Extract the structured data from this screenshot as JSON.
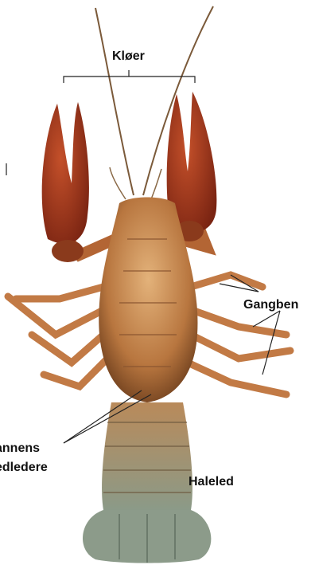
{
  "labels": {
    "claws": "Kløer",
    "walking_legs": "Gangben",
    "tail": "Haleled",
    "male_organ_line1": "annens",
    "male_organ_line2": "edledere"
  },
  "colors": {
    "shell": "#b8763f",
    "claw": "#a8361c",
    "underside": "#d8a56a",
    "tail_fan": "#8a9a8c",
    "line": "#222222"
  }
}
